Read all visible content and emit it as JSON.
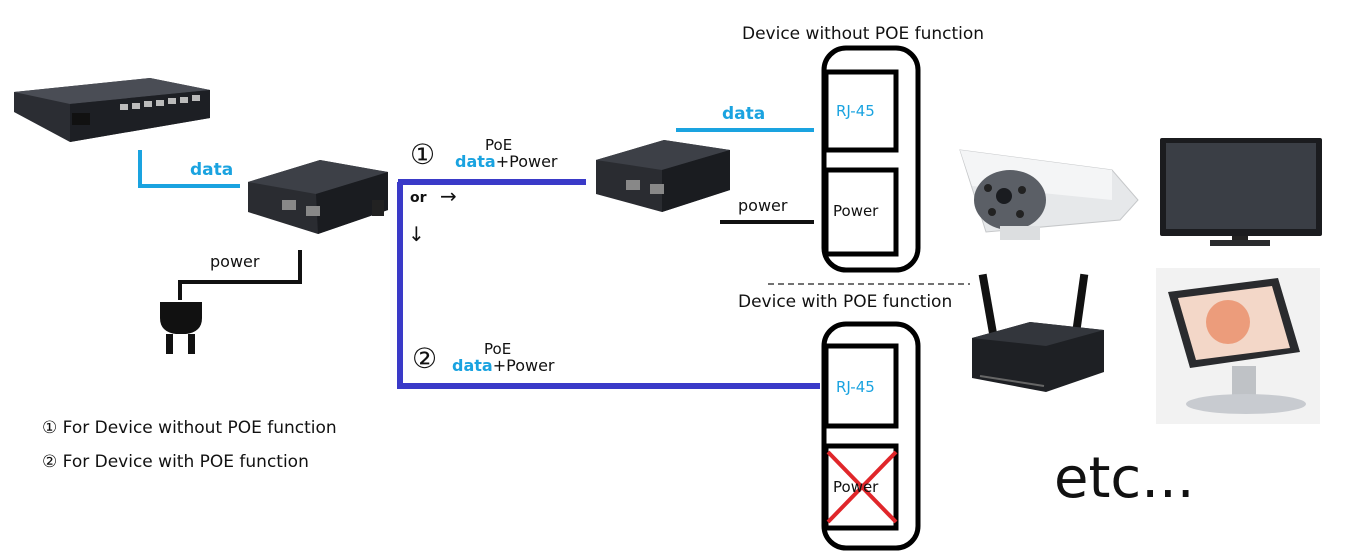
{
  "labels": {
    "device_without_poe": "Device without POE function",
    "device_with_poe": "Device with POE function",
    "data_switch": "data",
    "power_source": "power",
    "poe_top": "PoE",
    "data_power_top_a": "data",
    "data_power_top_b": "+Power",
    "poe_bottom": "PoE",
    "data_power_bottom_a": "data",
    "data_power_bottom_b": "+Power",
    "or": "or",
    "arrow_right": "→",
    "arrow_down": "↓",
    "circle_1": "①",
    "circle_2": "②",
    "data_splitter": "data",
    "power_splitter": "power",
    "rj45_top": "RJ-45",
    "power_box_top": "Power",
    "rj45_bottom": "RJ-45",
    "power_box_bottom": "Power",
    "etc": "etc..."
  },
  "legend": [
    {
      "marker": "①",
      "text": "For Device without POE function"
    },
    {
      "marker": "②",
      "text": "For Device with POE function"
    }
  ],
  "colors": {
    "poe_line": "#3a3ac8",
    "data_line": "#1aa3e0",
    "power_line": "#111111",
    "cross": "#e0262a"
  }
}
